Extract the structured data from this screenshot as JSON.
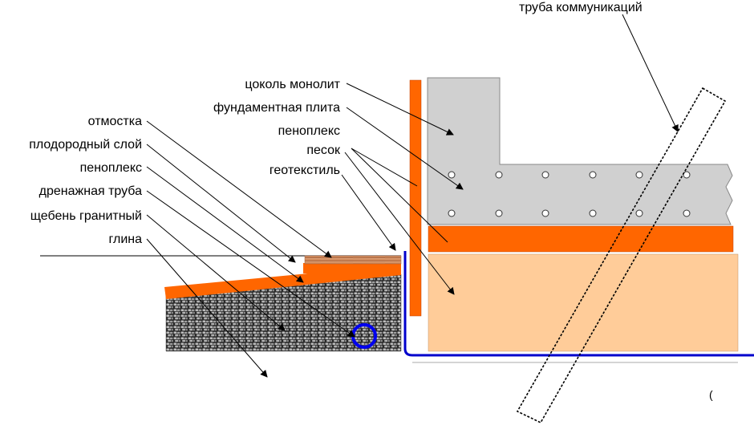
{
  "labels": {
    "pipe_communications": "труба коммуникаций",
    "plinth_monolith": "цоколь монолит",
    "foundation_slab": "фундаментная плита",
    "penoplex_right": "пеноплекс",
    "sand": "песок",
    "geotextile": "геотекстиль",
    "blind_area": "отмостка",
    "topsoil": "плодородный слой",
    "penoplex_left": "пеноплекс",
    "drainage_pipe": "дренажная труба",
    "granite_gravel": "щебень гранитный",
    "clay": "глина"
  },
  "stray_mark": "(",
  "colors": {
    "concrete": "#d0d0d0",
    "penoplex": "#ff6600",
    "sand": "#ffcc99",
    "gravel": "#555555",
    "geotextile_membrane": "#0000cc",
    "drain_pipe": "#0000ee",
    "blind_area_wood": "#c87a50",
    "line": "#000000"
  }
}
